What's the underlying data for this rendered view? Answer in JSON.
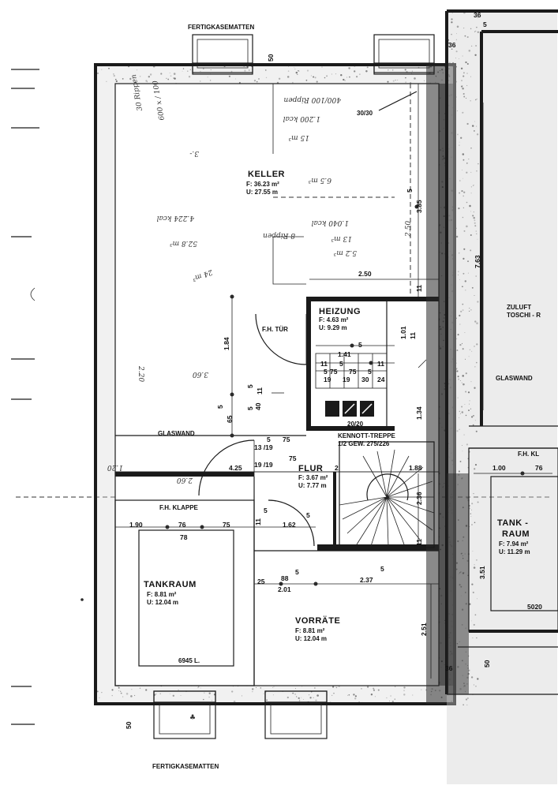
{
  "labels": {
    "fertigkasematten_top": "FERTIGKASEMATTEN",
    "fertigkasematten_bottom": "FERTIGKASEMATTEN",
    "keller": "KELLER",
    "keller_f": "F: 36.23  m²",
    "keller_u": "U: 27.55  m",
    "heizung": "HEIZUNG",
    "heizung_f": "F: 4.63 m²",
    "heizung_u": "U: 9.29 m",
    "fh_tuer": "F.H. TÜR",
    "glaswand": "GLASWAND",
    "glaswand_right": "GLASWAND",
    "kennott": "KENNOTT-TREPPE",
    "kennott_sub": "1/2 GEW. 275/226",
    "flur": "FLUR",
    "flur_f": "F: 3.67 m²",
    "flur_u": "U: 7.77 m",
    "fh_klappe": "F.H. KLAPPE",
    "fh_klappe_right": "F.H. KL",
    "tankraum": "TANKRAUM",
    "tankraum_f": "F: 8.81 m²",
    "tankraum_u": "U: 12.04 m",
    "tank_liters": "6945 L.",
    "vorraete": "VORRÄTE",
    "vorraete_f": "F: 8.81 m²",
    "vorraete_u": "U: 12.04 m",
    "tank_raum_right": "TANK -",
    "raum_right": "RAUM",
    "tank_right_f": "F: 7.94 m²",
    "tank_right_u": "U: 11.29 m",
    "zuluft": "ZULUFT",
    "toschi": "TOSCHI - R",
    "vent": "30/30",
    "vent2": "20/20"
  },
  "dimensions": {
    "d50_top": "50",
    "d50_bottom": "50",
    "d50_right": "50",
    "d36_top": "36",
    "d36_right": "36",
    "d36_bottom": "36",
    "d5_top": "5",
    "d763": "7.63",
    "d385": "3.85",
    "d5_keller": "5",
    "d250": "2.50",
    "d11_a": "11",
    "d101": "1.01",
    "d11_b": "11",
    "d184": "1.84",
    "d141": "1.41",
    "d5_h1": "5",
    "d11_h": "11",
    "d5_h2": "5",
    "d11_h2": "11",
    "d75_a": "75",
    "d75_b": "75",
    "d5_h3": "5",
    "d5_h4": "5",
    "d19_a": "19",
    "d19_b": "19",
    "d30": "30",
    "d24": "24",
    "d5_v1": "5",
    "d11_v": "11",
    "d40": "40",
    "d5_v2": "5",
    "d5_v3": "5",
    "d65": "65",
    "d134": "1.34",
    "d5_f1": "5",
    "d75_f": "75",
    "d1319": "13 /19",
    "d1919": "19 /19",
    "d75_f2": "75",
    "d425": "4.25",
    "d2": "2",
    "d188": "1.88",
    "d236": "2.36",
    "d190": "1.90",
    "d76_a": "76",
    "d75_c": "75",
    "d78": "78",
    "d11_t": "11",
    "d5_t": "5",
    "d162": "1.62",
    "d5_t2": "5",
    "d11_t2": "11",
    "d25": "25",
    "d88": "88",
    "d5_v": "5",
    "d201": "2.01",
    "d237": "2.37",
    "d5_v4": "5",
    "d251": "2.51",
    "d351": "3.51",
    "d100": "1.00",
    "d76_r": "76",
    "d5020": "5020"
  },
  "annotations": {
    "hand1": "30 Rippen",
    "hand2": "600 x / 100",
    "hand3": "400/100 Rippen",
    "hand4": "1.200 kcal",
    "hand5": "15 m³",
    "hand6": "6.5 m³",
    "hand7": "1.040 kcal",
    "hand8": "13 m³",
    "hand9": "8 Rippen",
    "hand10": "5.2 m³",
    "hand11": "4.224 kcal",
    "hand12": "52.8 m³",
    "hand13": "24 m³",
    "hand14": "3.60",
    "hand15": "2.60",
    "hand16": "3.-",
    "hand17": "2.50",
    "hand18": "2.20",
    "hand19": "1.20"
  }
}
